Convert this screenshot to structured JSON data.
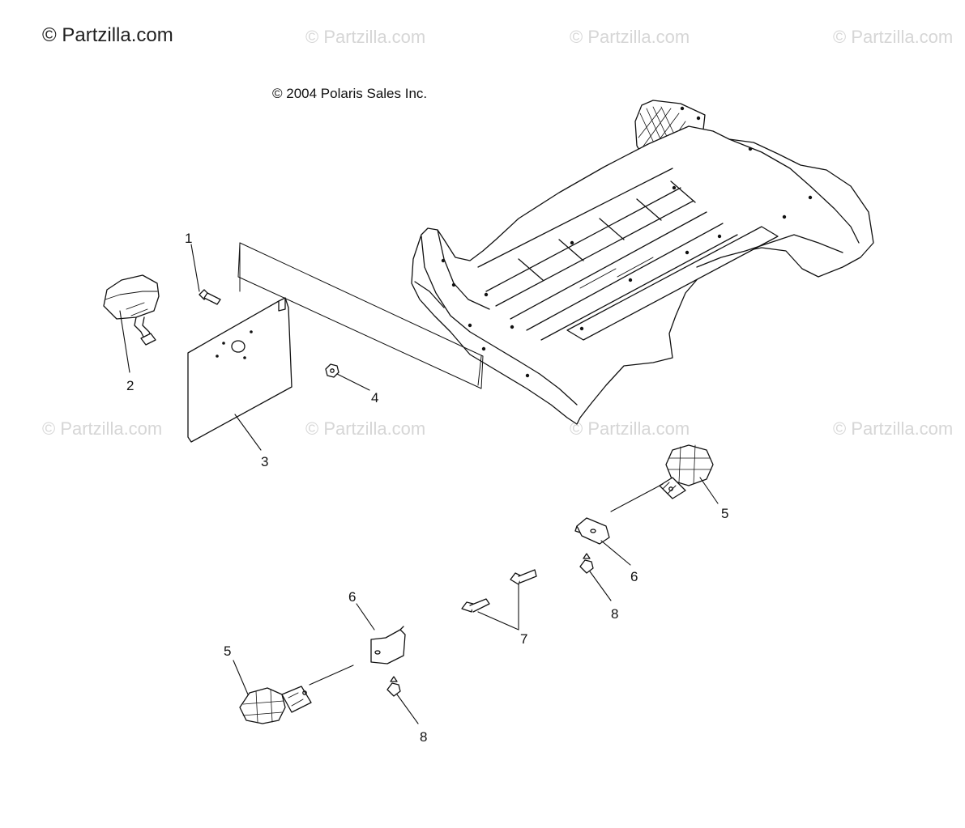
{
  "brand": {
    "watermark_text": "© Partzilla.com"
  },
  "watermarks": [
    "© Partzilla.com",
    "© Partzilla.com",
    "© Partzilla.com",
    "© Partzilla.com",
    "© Partzilla.com",
    "© Partzilla.com",
    "© Partzilla.com"
  ],
  "diagram": {
    "copyright": "© 2004 Polaris Sales Inc.",
    "callouts": {
      "c1": "1",
      "c2": "2",
      "c3": "3",
      "c4": "4",
      "c5a": "5",
      "c5b": "5",
      "c6a": "6",
      "c6b": "6",
      "c7": "7",
      "c8a": "8",
      "c8b": "8"
    }
  },
  "colors": {
    "line": "#111111",
    "watermark": "#d6d6d6",
    "background": "#ffffff"
  }
}
